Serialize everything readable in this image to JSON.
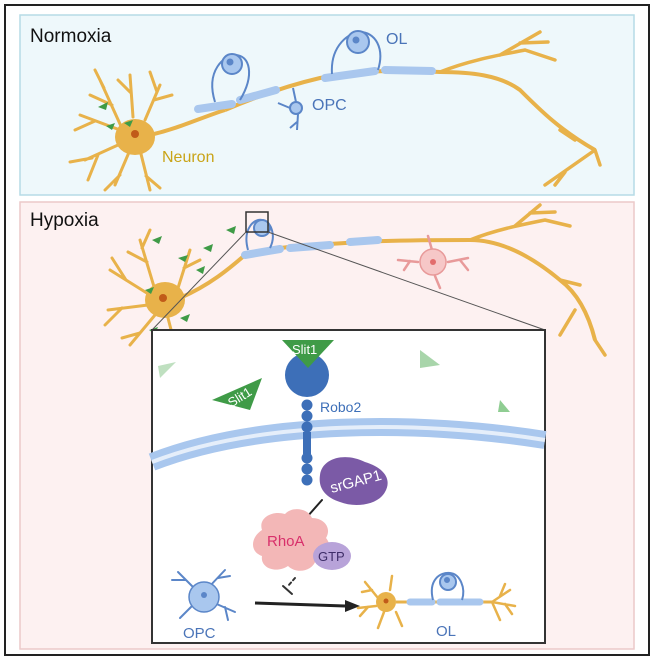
{
  "panels": {
    "normoxia": {
      "title": "Normoxia"
    },
    "hypoxia": {
      "title": "Hypoxia"
    }
  },
  "labels": {
    "ol_top": "OL",
    "opc_top": "OPC",
    "neuron": "Neuron",
    "slit1_receptor": "Slit1",
    "slit1_free": "Slit1",
    "robo2": "Robo2",
    "srgap1": "srGAP1",
    "rhoa": "RhoA",
    "gtp": "GTP",
    "opc_bottom": "OPC",
    "ol_bottom": "OL"
  },
  "colors": {
    "neuron": "#e8b24a",
    "myelin": "#a9c7ee",
    "cell_blue": "#5b86c8",
    "slit": "#3f9b47",
    "robo": "#3d6fb8",
    "srgap": "#7b5aa6",
    "rhoa": "#f3b7b7",
    "gtp": "#b8a3d9",
    "normoxia_bg": "#eef8fb",
    "hypoxia_bg": "#fdf1f1"
  }
}
